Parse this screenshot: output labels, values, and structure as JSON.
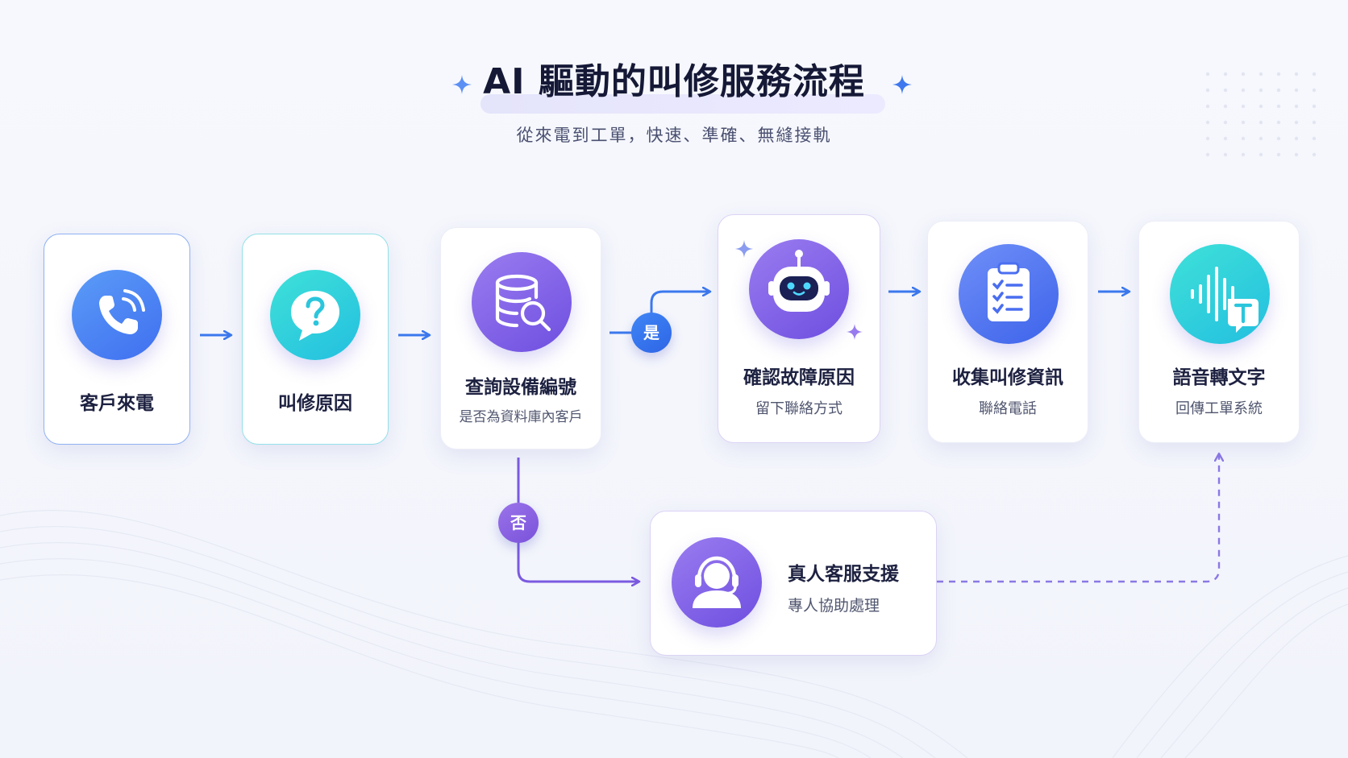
{
  "header": {
    "title": "AI 驅動的叫修服務流程",
    "subtitle": "從來電到工單，快速、準確、無縫接軌"
  },
  "steps": [
    {
      "id": "call",
      "title": "客戶來電",
      "subtitle": "",
      "icon": "phone-icon",
      "color": "#4a84f4"
    },
    {
      "id": "reason",
      "title": "叫修原因",
      "subtitle": "",
      "icon": "question-chat-icon",
      "color": "#2ccfdc"
    },
    {
      "id": "lookup",
      "title": "查詢設備編號",
      "subtitle": "是否為資料庫內客戶",
      "icon": "database-search-icon",
      "color": "#7c5ce6"
    },
    {
      "id": "confirm",
      "title": "確認故障原因",
      "subtitle": "留下聯絡方式",
      "icon": "robot-icon",
      "color": "#7c5ce6"
    },
    {
      "id": "collect",
      "title": "收集叫修資訊",
      "subtitle": "聯絡電話",
      "icon": "clipboard-checklist-icon",
      "color": "#4a6ef0"
    },
    {
      "id": "transcribe",
      "title": "語音轉文字",
      "subtitle": "回傳工單系統",
      "icon": "voice-to-text-icon",
      "color": "#2ccfdc"
    }
  ],
  "branches": {
    "yes_label": "是",
    "no_label": "否"
  },
  "human_support": {
    "title": "真人客服支援",
    "subtitle": "專人協助處理",
    "icon": "headset-agent-icon"
  },
  "colors": {
    "arrow_blue": "#3b78ee",
    "arrow_purple": "#7b5ae0",
    "dashed_purple": "#8b78e6",
    "sparkle": "#4b86f2"
  }
}
